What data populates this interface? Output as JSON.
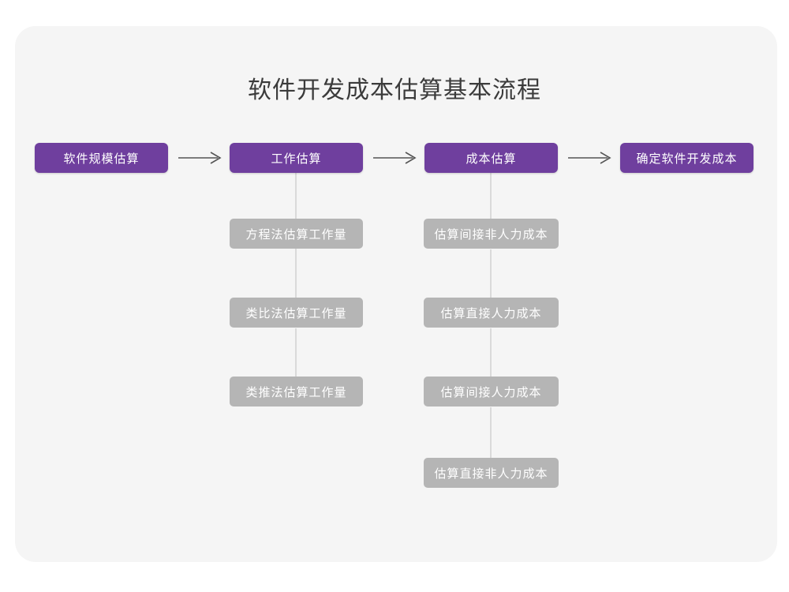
{
  "page": {
    "title": "软件开发成本估算基本流程",
    "background_color": "#ffffff",
    "card_color": "#f5f5f5",
    "primary_color": "#6f3f9e",
    "secondary_color": "#b5b5b5",
    "connector_color": "#dadada",
    "arrow_color": "#555555",
    "title_color": "#3b3b3b"
  },
  "flow": {
    "type": "process-flowchart",
    "stages": [
      {
        "id": "stage-1",
        "label": "软件规模估算",
        "substeps": []
      },
      {
        "id": "stage-2",
        "label": "工作估算",
        "substeps": [
          {
            "label": "方程法估算工作量"
          },
          {
            "label": "类比法估算工作量"
          },
          {
            "label": "类推法估算工作量"
          }
        ]
      },
      {
        "id": "stage-3",
        "label": "成本估算",
        "substeps": [
          {
            "label": "估算间接非人力成本"
          },
          {
            "label": "估算直接人力成本"
          },
          {
            "label": "估算间接人力成本"
          },
          {
            "label": "估算直接非人力成本"
          }
        ]
      },
      {
        "id": "stage-4",
        "label": "确定软件开发成本",
        "substeps": []
      }
    ],
    "connectors": [
      {
        "from": "stage-1",
        "to": "stage-2",
        "style": "arrow-right"
      },
      {
        "from": "stage-2",
        "to": "stage-3",
        "style": "arrow-right"
      },
      {
        "from": "stage-3",
        "to": "stage-4",
        "style": "arrow-right"
      }
    ]
  }
}
